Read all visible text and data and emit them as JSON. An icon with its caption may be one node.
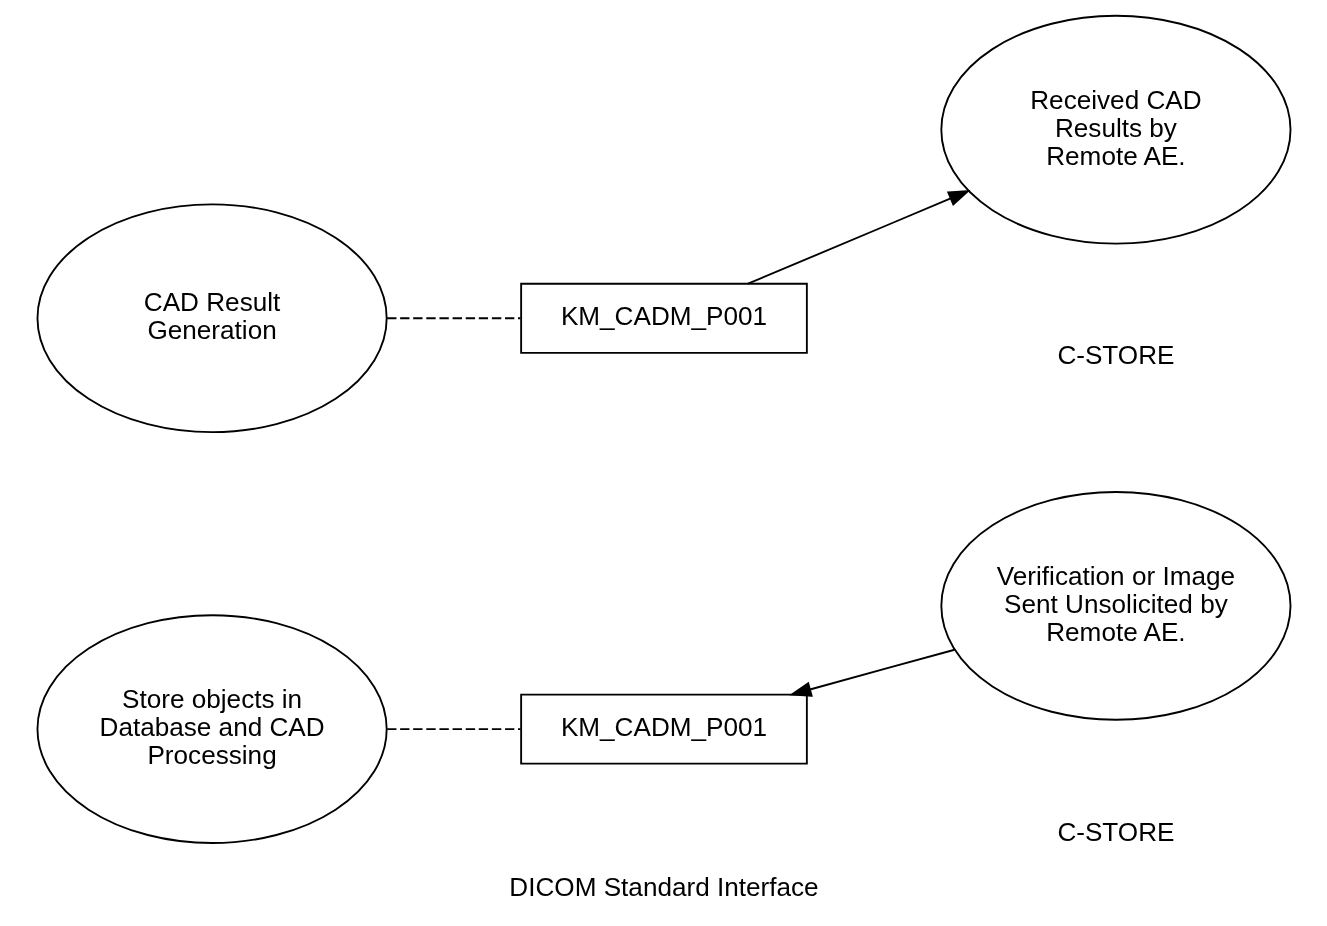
{
  "diagram": {
    "caption": "DICOM Standard Interface",
    "nodes": [
      {
        "text": [
          "KM_CADM_P001"
        ]
      },
      {
        "text": [
          "Verification or Image Sent Unsolicited by Remote AE."
        ]
      },
      {
        "text": [
          "Store objects in Database and CAD Processing"
        ]
      },
      {
        "text": [
          "CAD Result Generation"
        ]
      },
      {
        "text": [
          "KM_CADM_P001"
        ]
      },
      {
        "text": [
          "Received CAD Results by Remote AE."
        ]
      }
    ],
    "edges": [
      {
        "from": 1,
        "to": 0,
        "arrow": "to"
      },
      {
        "from": 2,
        "to": 0,
        "arrow": "none",
        "style": "dashed"
      },
      {
        "from": 3,
        "to": 4,
        "arrow": "none",
        "style": "dashed"
      },
      {
        "from": 4,
        "to": 5,
        "arrow": "to"
      }
    ],
    "labels": [
      "C-STORE",
      "C-STORE"
    ]
  }
}
